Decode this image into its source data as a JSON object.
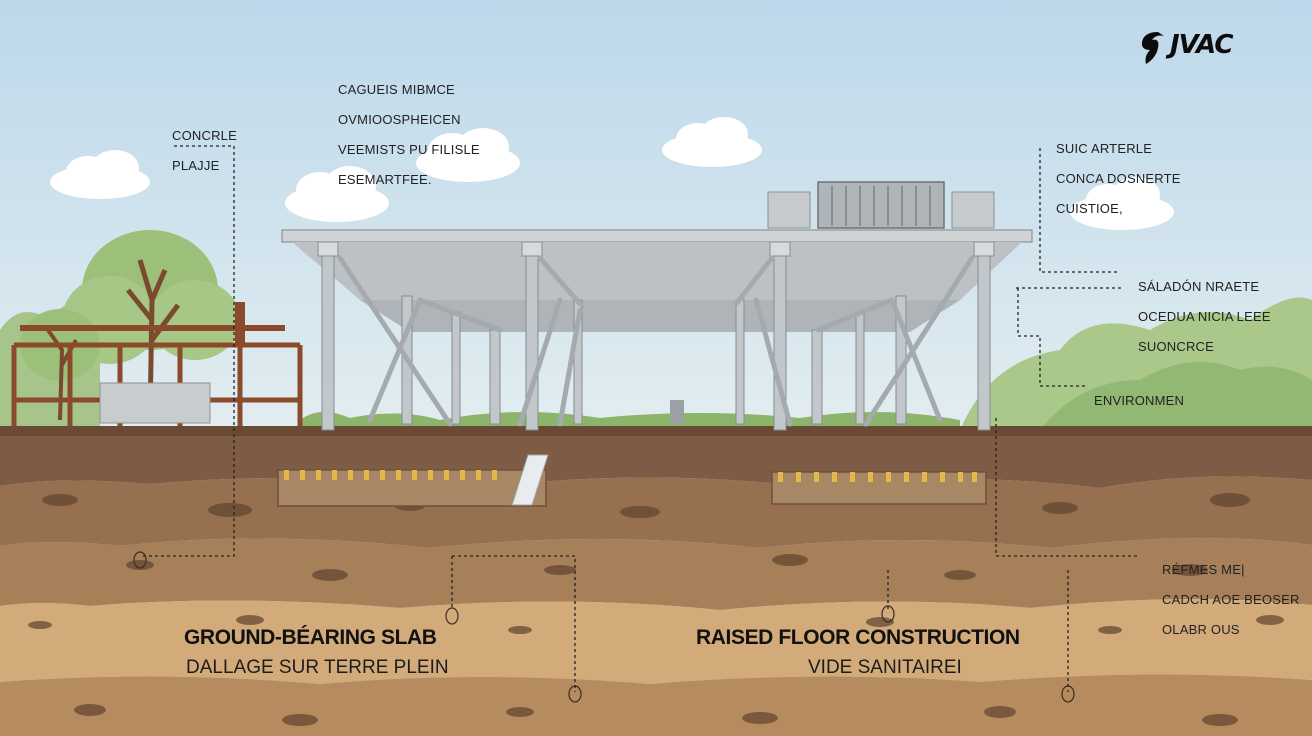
{
  "logo": {
    "text": "JVAC",
    "icon": "swirl-mark-icon"
  },
  "annotations": {
    "top_center": [
      "CAGUEIS MIBMCE",
      "OVMIOOSPHEICEN",
      "VEEMISTS PU FILISLE",
      "ESEMARTFEE."
    ],
    "top_left": [
      "CONCRLE",
      "PLAJJE"
    ],
    "top_right": [
      "SUIC ARTERLE",
      "CONCA DOSNERTE",
      "CUISTIOE,"
    ],
    "mid_right": [
      "SÁLADÓN NRAETE",
      "OCEDUA NICIA LEEE",
      "SUONCRCE"
    ],
    "environment": "ENVIRONMEN",
    "lower_right": [
      "RÉFMES ME|",
      "CADCH AOE BEOSER",
      "OLABR OUS"
    ]
  },
  "sections": {
    "left": {
      "title": "GROUND-BÉARING SLAB",
      "subtitle": "DALLAGE SUR TERRE PLEIN"
    },
    "right": {
      "title": "RAISED FLOOR CONSTRUCTION",
      "subtitle": "VIDE SANITAIREI"
    }
  },
  "colors": {
    "sky": "#cfe3ee",
    "soil_dark": "#7a5a43",
    "soil_mid": "#a07a55",
    "soil_light": "#d3ab7a",
    "structure": "#b5bbc0",
    "frame_rust": "#8b4a2b",
    "tree_green": "#9cc07a"
  }
}
